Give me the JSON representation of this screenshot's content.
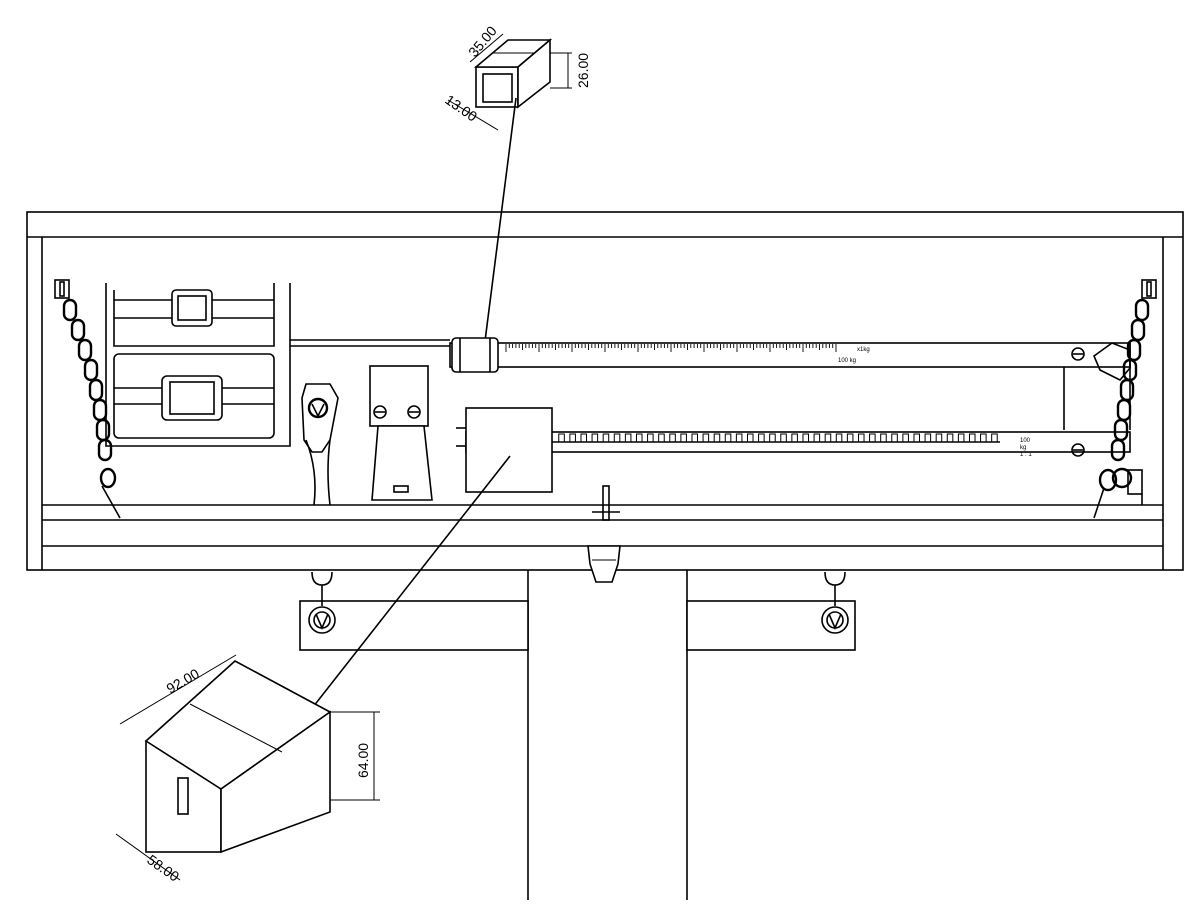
{
  "small_box": {
    "dim_width": "35.00",
    "dim_height": "26.00",
    "dim_depth": "13.00"
  },
  "large_box": {
    "dim_width": "92.00",
    "dim_height": "64.00",
    "dim_depth": "58.00"
  },
  "scale": {
    "upper_unit": "x1kg",
    "upper_end_label": "100 kg",
    "lower_mark_1": "100",
    "lower_mark_2": "kg",
    "lower_mark_3": "1 : 1"
  }
}
